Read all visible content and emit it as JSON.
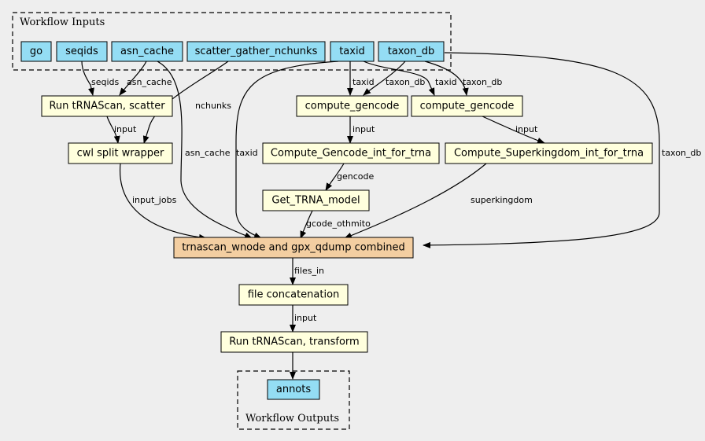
{
  "colors": {
    "background": "#eeeeee",
    "input_node": "#94ddf4",
    "step_node": "#ffffdd",
    "highlight_node": "#f3cea1"
  },
  "clusters": {
    "inputs_label": "Workflow Inputs",
    "outputs_label": "Workflow Outputs"
  },
  "nodes": {
    "go": "go",
    "seqids": "seqids",
    "asn_cache": "asn_cache",
    "scatter_gather_nchunks": "scatter_gather_nchunks",
    "taxid": "taxid",
    "taxon_db": "taxon_db",
    "run_trnascan_scatter": "Run tRNAScan, scatter",
    "compute_gencode_1": "compute_gencode",
    "compute_gencode_2": "compute_gencode",
    "cwl_split_wrapper": "cwl split wrapper",
    "compute_gencode_int": "Compute_Gencode_int_for_trna",
    "compute_superkingdom_int": "Compute_Superkingdom_int_for_trna",
    "get_trna_model": "Get_TRNA_model",
    "trnascan_combined": "trnascan_wnode and gpx_qdump combined",
    "file_concatenation": "file concatenation",
    "run_trnascan_transform": "Run tRNAScan, transform",
    "annots": "annots"
  },
  "edge_labels": {
    "seqids": "seqids",
    "asn_cache_1": "asn_cache",
    "nchunks": "nchunks",
    "asn_cache_2": "asn_cache",
    "taxid_1": "taxid",
    "taxid_2": "taxid",
    "taxid_3": "taxid",
    "taxon_db_1": "taxon_db",
    "taxon_db_2": "taxon_db",
    "taxon_db_3": "taxon_db",
    "input_1": "input",
    "input_2": "input",
    "input_3": "input",
    "input_4": "input",
    "gencode": "gencode",
    "superkingdom": "superkingdom",
    "input_jobs": "input_jobs",
    "gcode_othmito": "gcode_othmito",
    "files_in": "files_in"
  }
}
